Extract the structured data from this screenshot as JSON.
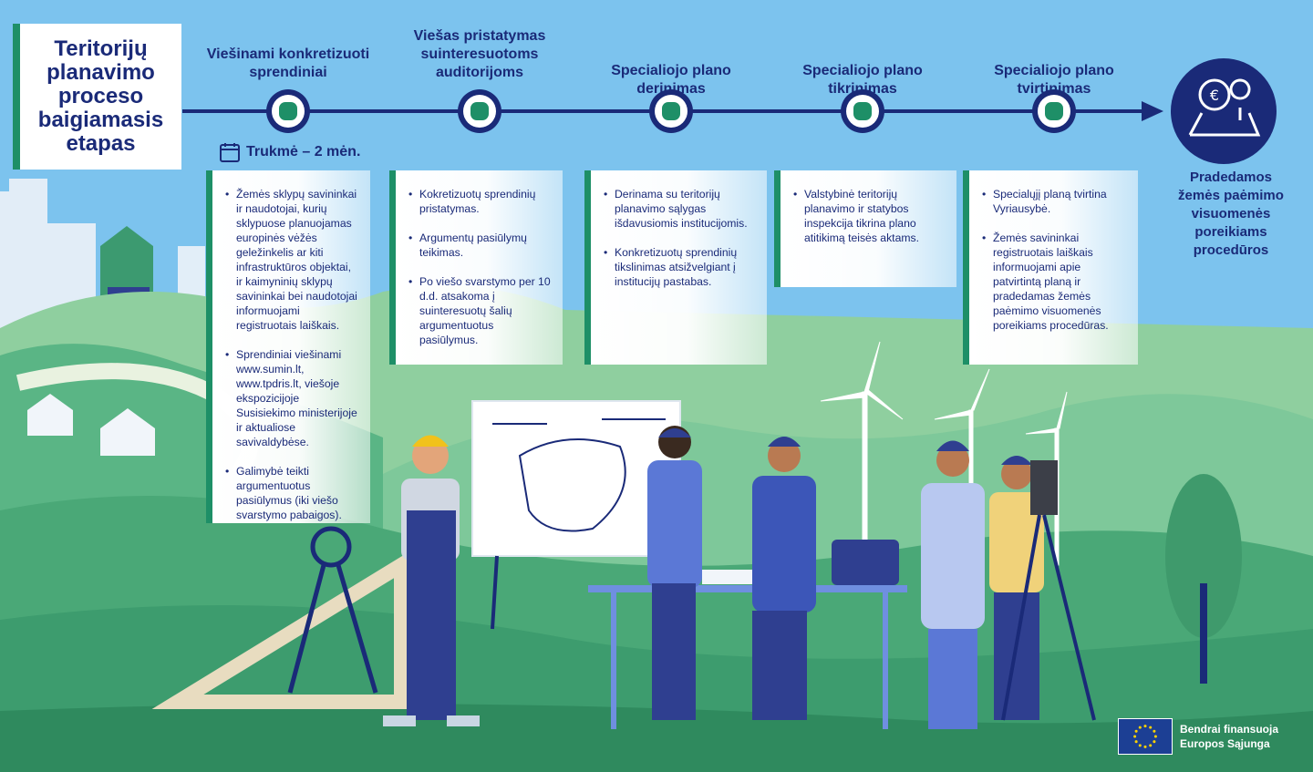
{
  "title": "Teritorijų planavimo proceso baigiamasis etapas",
  "duration": "Trukmė  – 2 mėn.",
  "steps": [
    {
      "label": "Viešinami konkretizuoti sprendiniai",
      "bullets": [
        "Žemės sklypų savininkai ir naudotojai, kurių sklypuose planuojamas europinės vėžės geležinkelis ar kiti infrastruktūros objektai, ir kaimyninių sklypų savininkai bei naudotojai informuojami registruotais laiškais.",
        "Sprendiniai viešinami www.sumin.lt, www.tpdris.lt, viešoje ekspozicijoje Susisiekimo ministerijoje ir aktualiose savivaldybėse.",
        "Galimybė teikti argumentuotus pasiūlymus (iki viešo svarstymo pabaigos)."
      ]
    },
    {
      "label": "Viešas pristatymas suinteresuotoms auditorijoms",
      "bullets": [
        "Kokretizuotų sprendinių pristatymas.",
        "Argumentų pasiūlymų teikimas.",
        "Po viešo svarstymo per 10 d.d. atsakoma į suinteresuotų šalių argumentuotus pasiūlymus."
      ]
    },
    {
      "label": "Specialiojo plano derinimas",
      "bullets": [
        "Derinama su teritorijų planavimo sąlygas išdavusiomis institucijomis.",
        "Konkretizuotų sprendinių tikslinimas atsižvelgiant į institucijų pastabas."
      ]
    },
    {
      "label": "Specialiojo plano tikrinimas",
      "bullets": [
        "Valstybinė teritorijų planavimo ir statybos inspekcija tikrina plano atitikimą teisės aktams."
      ]
    },
    {
      "label": "Specialiojo plano tvirtinimas",
      "bullets": [
        "Specialųjį planą tvirtina Vyriausybė.",
        "Žemės savininkai registruotais laiškais informuojami apie patvirtintą planą ir pradedamas žemės paėmimo visuomenės poreikiams procedūras."
      ]
    }
  ],
  "final": {
    "label": "Pradedamos žemės paėmimo visuomenės poreikiams procedūros",
    "icon": "euro-location-icon"
  },
  "eu": {
    "line1": "Bendrai finansuoja",
    "line2": "Europos Sąjunga"
  },
  "colors": {
    "navy": "#1a2a78",
    "green": "#1e8f67",
    "sky": "#7cc3ee",
    "grass": "#3d9c6e"
  }
}
